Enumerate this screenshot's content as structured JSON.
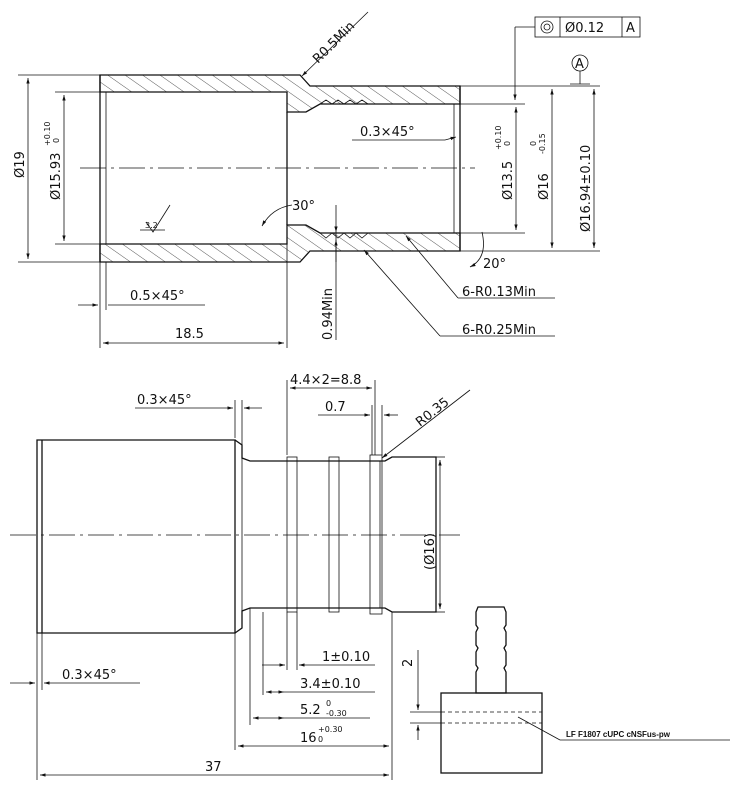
{
  "section_view": {
    "labels": {
      "r_top": "R0.5Min",
      "chamfer_inner": "0.3×45°",
      "d_outer": "Ø19",
      "d_bore": "Ø15.93",
      "d_bore_tol_up": "+0.10",
      "d_bore_tol_lo": "0",
      "roughness": "3.2",
      "angle_30": "30°",
      "angle_20": "20°",
      "d_inner": "Ø13.5",
      "d_inner_tol_up": "+0.10",
      "d_inner_tol_lo": "0",
      "d_16": "Ø16",
      "d_16_tol_up": "0",
      "d_16_tol_lo": "-0.15",
      "d_1694": "Ø16.94±0.10",
      "chamfer_left": "0.5×45°",
      "len_185": "18.5",
      "min_094": "0.94Min",
      "r_013": "6-R0.13Min",
      "r_025": "6-R0.25Min"
    },
    "fcf": {
      "symbol": "concentricity-icon",
      "tolerance": "Ø0.12",
      "datum": "A"
    },
    "datum_label": "A"
  },
  "side_view": {
    "labels": {
      "pitch": "4.4×2=8.8",
      "chamfer_top": "0.3×45°",
      "w_07": "0.7",
      "r_035": "R0.35",
      "d_16_ref": "(Ø16)",
      "chamfer_left": "0.3×45°",
      "d1": "1±0.10",
      "d2": "3.4±0.10",
      "d3": "5.2",
      "d3_tol_up": "0",
      "d3_tol_lo": "-0.30",
      "d4": "16",
      "d4_tol_up": "+0.30",
      "d4_tol_lo": "0",
      "len_37": "37"
    }
  },
  "marking_view": {
    "dim_2": "2",
    "marking_text": "LF  F1807 cUPC cNSFus-pw"
  }
}
